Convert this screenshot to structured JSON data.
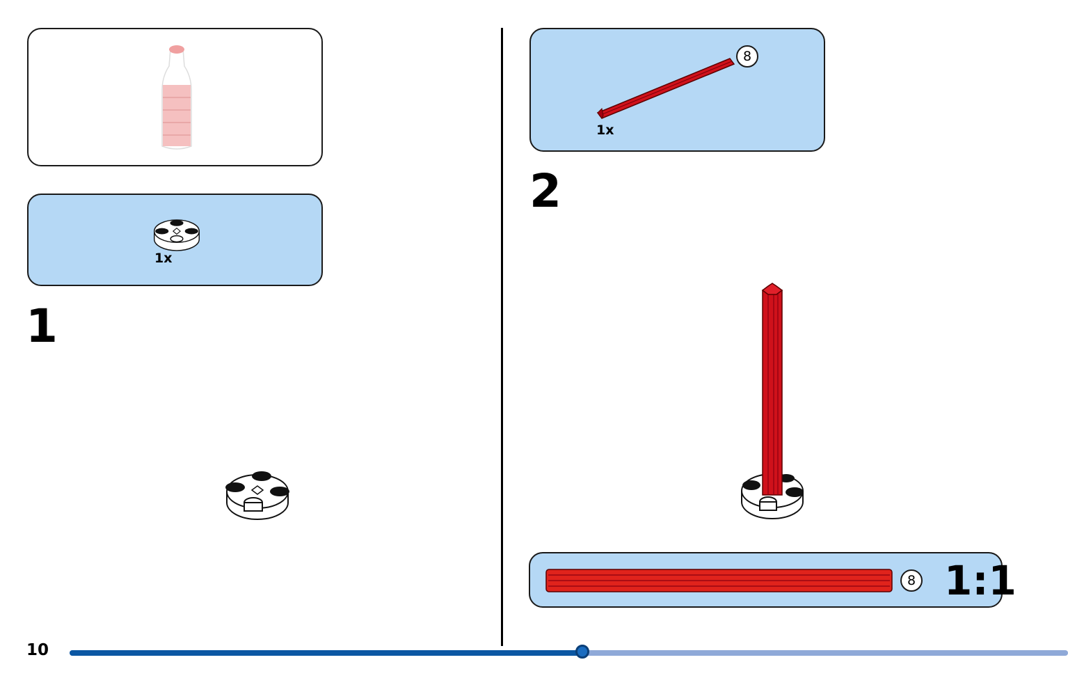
{
  "page": {
    "number": "10",
    "progress": 0.515
  },
  "step1": {
    "number": "1",
    "parts_callout": {
      "quantity": "1x",
      "part_icon": "round-plate-2x2-white-icon"
    },
    "preview_icon": "tower-preview-icon",
    "model_icon": "round-plate-2x2-white-icon"
  },
  "step2": {
    "number": "2",
    "parts_callout": {
      "quantity": "1x",
      "length_badge": "8",
      "part_icon": "axle-red-icon"
    },
    "model_icon": "axle-on-round-plate-icon",
    "scale_callout": {
      "length_badge": "8",
      "scale": "1:1",
      "part_icon": "axle-red-1to1-icon"
    }
  },
  "colors": {
    "callout_blue": "#b5d8f5",
    "axle_red": "#d0111b",
    "progress_dark": "#0b57a3",
    "progress_light": "#8fa9d8"
  }
}
